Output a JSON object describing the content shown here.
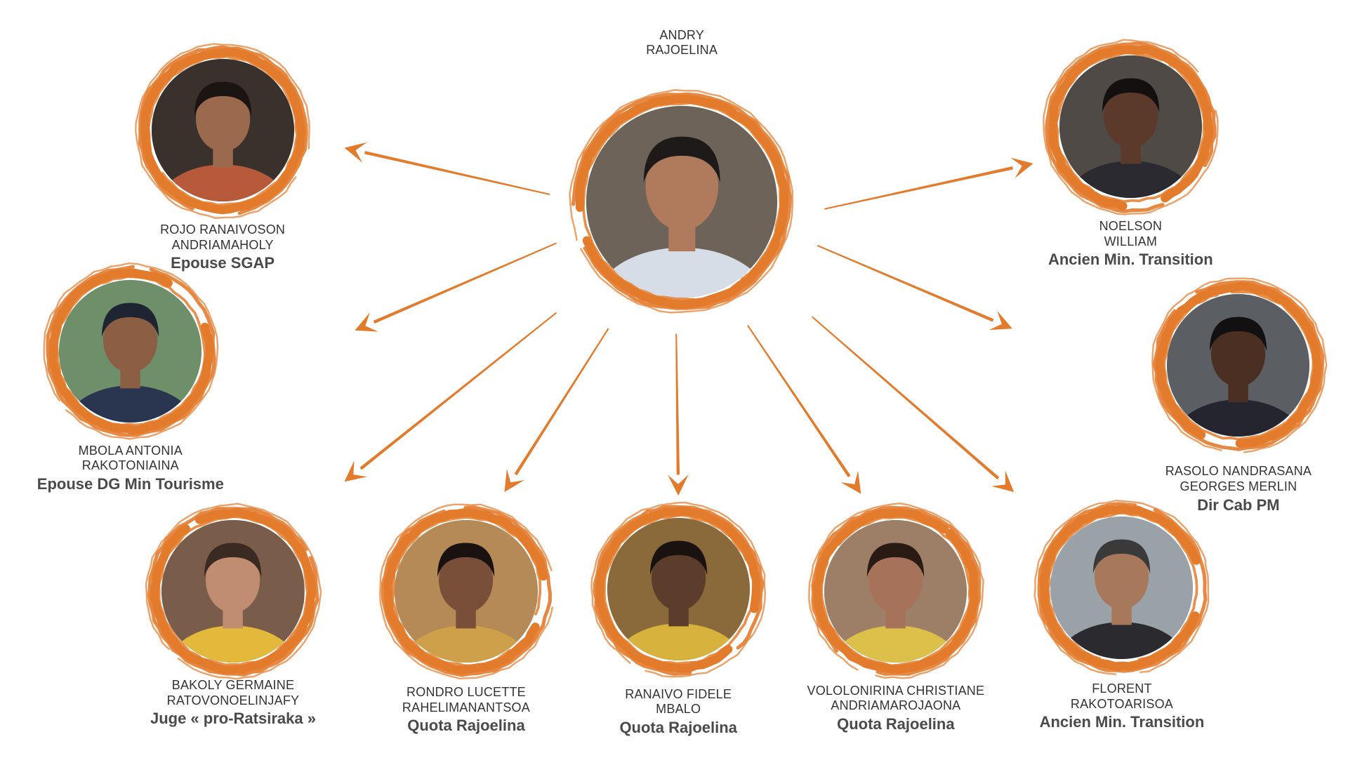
{
  "colors": {
    "accent": "#e37b2c",
    "text": "#333333",
    "role_text": "#4a4a4a"
  },
  "center": {
    "name_lines": [
      "ANDRY",
      "RAJOELINA"
    ],
    "portrait": {
      "bg": "#6e6359",
      "skin": "#b07a5d",
      "hair": "#1d1a19",
      "cloth": "#d6dde6"
    }
  },
  "people": [
    {
      "id": "rojo",
      "name_lines": [
        "ROJO RANAIVOSON",
        "ANDRIAMAHOLY"
      ],
      "role": "Epouse SGAP",
      "portrait": {
        "bg": "#3a302c",
        "skin": "#9b6a4e",
        "hair": "#1a1412",
        "cloth": "#b75a3c"
      }
    },
    {
      "id": "mbola",
      "name_lines": [
        "MBOLA ANTONIA",
        "RAKOTONIAINA"
      ],
      "role": "Epouse DG Min Tourisme",
      "portrait": {
        "bg": "#6f8f6a",
        "skin": "#8c5f45",
        "hair": "#1f2433",
        "cloth": "#2a3550"
      }
    },
    {
      "id": "bakoly",
      "name_lines": [
        "BAKOLY GERMAINE",
        "RATOVONOELINJAFY"
      ],
      "role": "Juge « pro-Ratsiraka »",
      "portrait": {
        "bg": "#7a5c4b",
        "skin": "#c08d70",
        "hair": "#3b2a22",
        "cloth": "#e3b93c"
      }
    },
    {
      "id": "rondro",
      "name_lines": [
        "RONDRO LUCETTE",
        "RAHELIMANANTSOA"
      ],
      "role": "Quota Rajoelina",
      "portrait": {
        "bg": "#b58a56",
        "skin": "#7a4f39",
        "hair": "#1a1210",
        "cloth": "#cfa04a"
      }
    },
    {
      "id": "ranaivo",
      "name_lines": [
        "RANAIVO FIDELE",
        "MBALO"
      ],
      "role": "Quota Rajoelina",
      "portrait": {
        "bg": "#8a6a3a",
        "skin": "#5c3d2c",
        "hair": "#1a1210",
        "cloth": "#d7b23c"
      }
    },
    {
      "id": "vololonirina",
      "name_lines": [
        "VOLOLONIRINA CHRISTIANE",
        "ANDRIAMAROJAONA"
      ],
      "role": "Quota Rajoelina",
      "portrait": {
        "bg": "#9c7f66",
        "skin": "#a6735a",
        "hair": "#2a1a14",
        "cloth": "#dcc04a"
      }
    },
    {
      "id": "noelson",
      "name_lines": [
        "NOELSON",
        "WILLIAM"
      ],
      "role": "Ancien Min. Transition",
      "portrait": {
        "bg": "#4f4a46",
        "skin": "#5c3a2b",
        "hair": "#141010",
        "cloth": "#2a2a30"
      }
    },
    {
      "id": "rasolo",
      "name_lines": [
        "RASOLO NANDRASANA",
        "GEORGES MERLIN"
      ],
      "role": "Dir Cab PM",
      "portrait": {
        "bg": "#5b5f63",
        "skin": "#4a2f22",
        "hair": "#121010",
        "cloth": "#252530"
      }
    },
    {
      "id": "florent",
      "name_lines": [
        "FLORENT",
        "RAKOTOARISOA"
      ],
      "role": "Ancien Min. Transition",
      "portrait": {
        "bg": "#9aa2a8",
        "skin": "#a8785c",
        "hair": "#3a3a3a",
        "cloth": "#2a2a2f"
      }
    }
  ]
}
